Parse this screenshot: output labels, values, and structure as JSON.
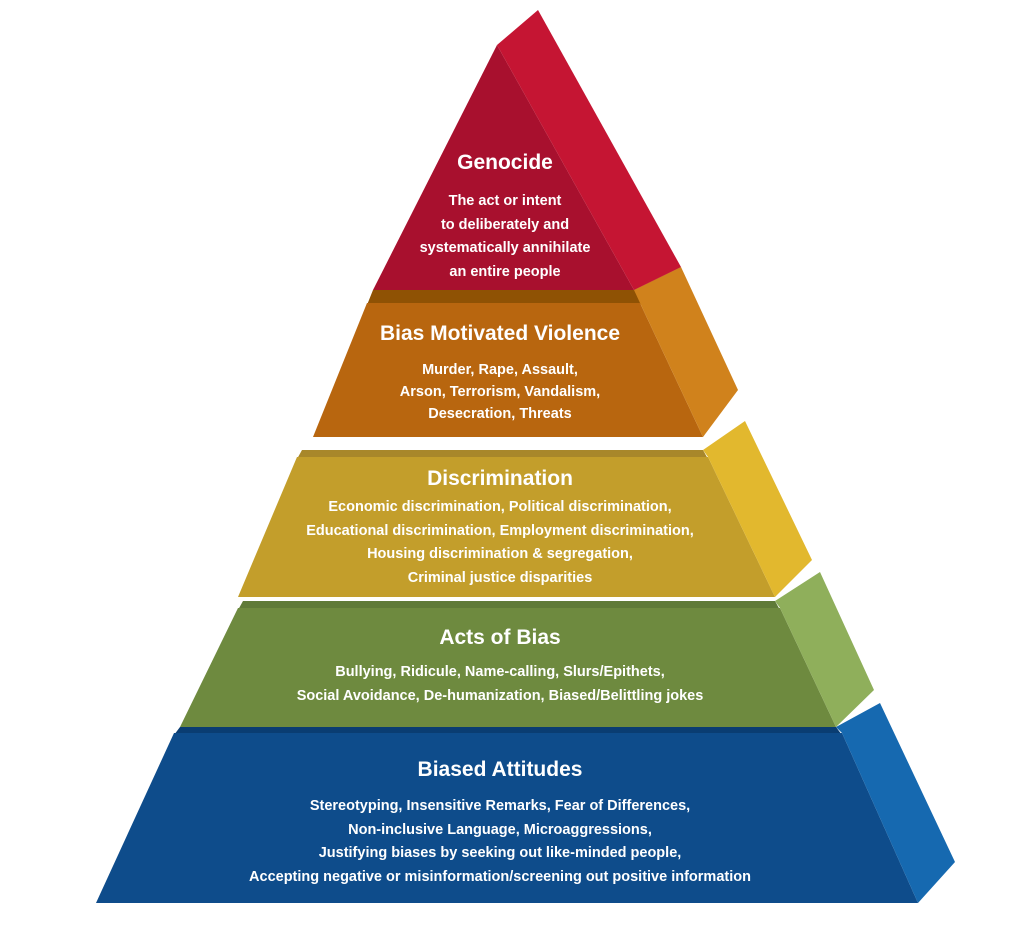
{
  "tiers": [
    {
      "title": "Genocide",
      "lines": [
        "The act or intent",
        "to deliberately and",
        "systematically annihilate",
        "an entire people"
      ]
    },
    {
      "title": "Bias Motivated Violence",
      "lines": [
        "Murder, Rape, Assault,",
        "Arson, Terrorism, Vandalism,",
        "Desecration, Threats"
      ]
    },
    {
      "title": "Discrimination",
      "lines": [
        "Economic discrimination, Political discrimination,",
        "Educational discrimination, Employment discrimination,",
        "Housing discrimination & segregation,",
        "Criminal justice disparities"
      ]
    },
    {
      "title": "Acts of Bias",
      "lines": [
        "Bullying, Ridicule, Name-calling, Slurs/Epithets,",
        "Social Avoidance, De-humanization, Biased/Belittling jokes"
      ]
    },
    {
      "title": "Biased Attitudes",
      "lines": [
        "Stereotyping, Insensitive Remarks, Fear of Differences,",
        "Non-inclusive Language, Microaggressions,",
        "Justifying biases by seeking out like-minded people,",
        "Accepting negative or misinformation/screening out positive information"
      ]
    }
  ],
  "colors": {
    "genocide": {
      "front": "#A8102E",
      "side": "#C51533",
      "top": "#8A0C24"
    },
    "violence": {
      "front": "#B8660F",
      "side": "#D0821C",
      "top": "#8F5204"
    },
    "discrimination": {
      "front": "#C39E2B",
      "side": "#E2B82E",
      "top": "#A8872A"
    },
    "acts_of_bias": {
      "front": "#6E8A3F",
      "side": "#8FAF5B",
      "top": "#5F7A38"
    },
    "biased_attitudes": {
      "front": "#0E4C8B",
      "side": "#1669B0",
      "top": "#0A3D72"
    }
  }
}
